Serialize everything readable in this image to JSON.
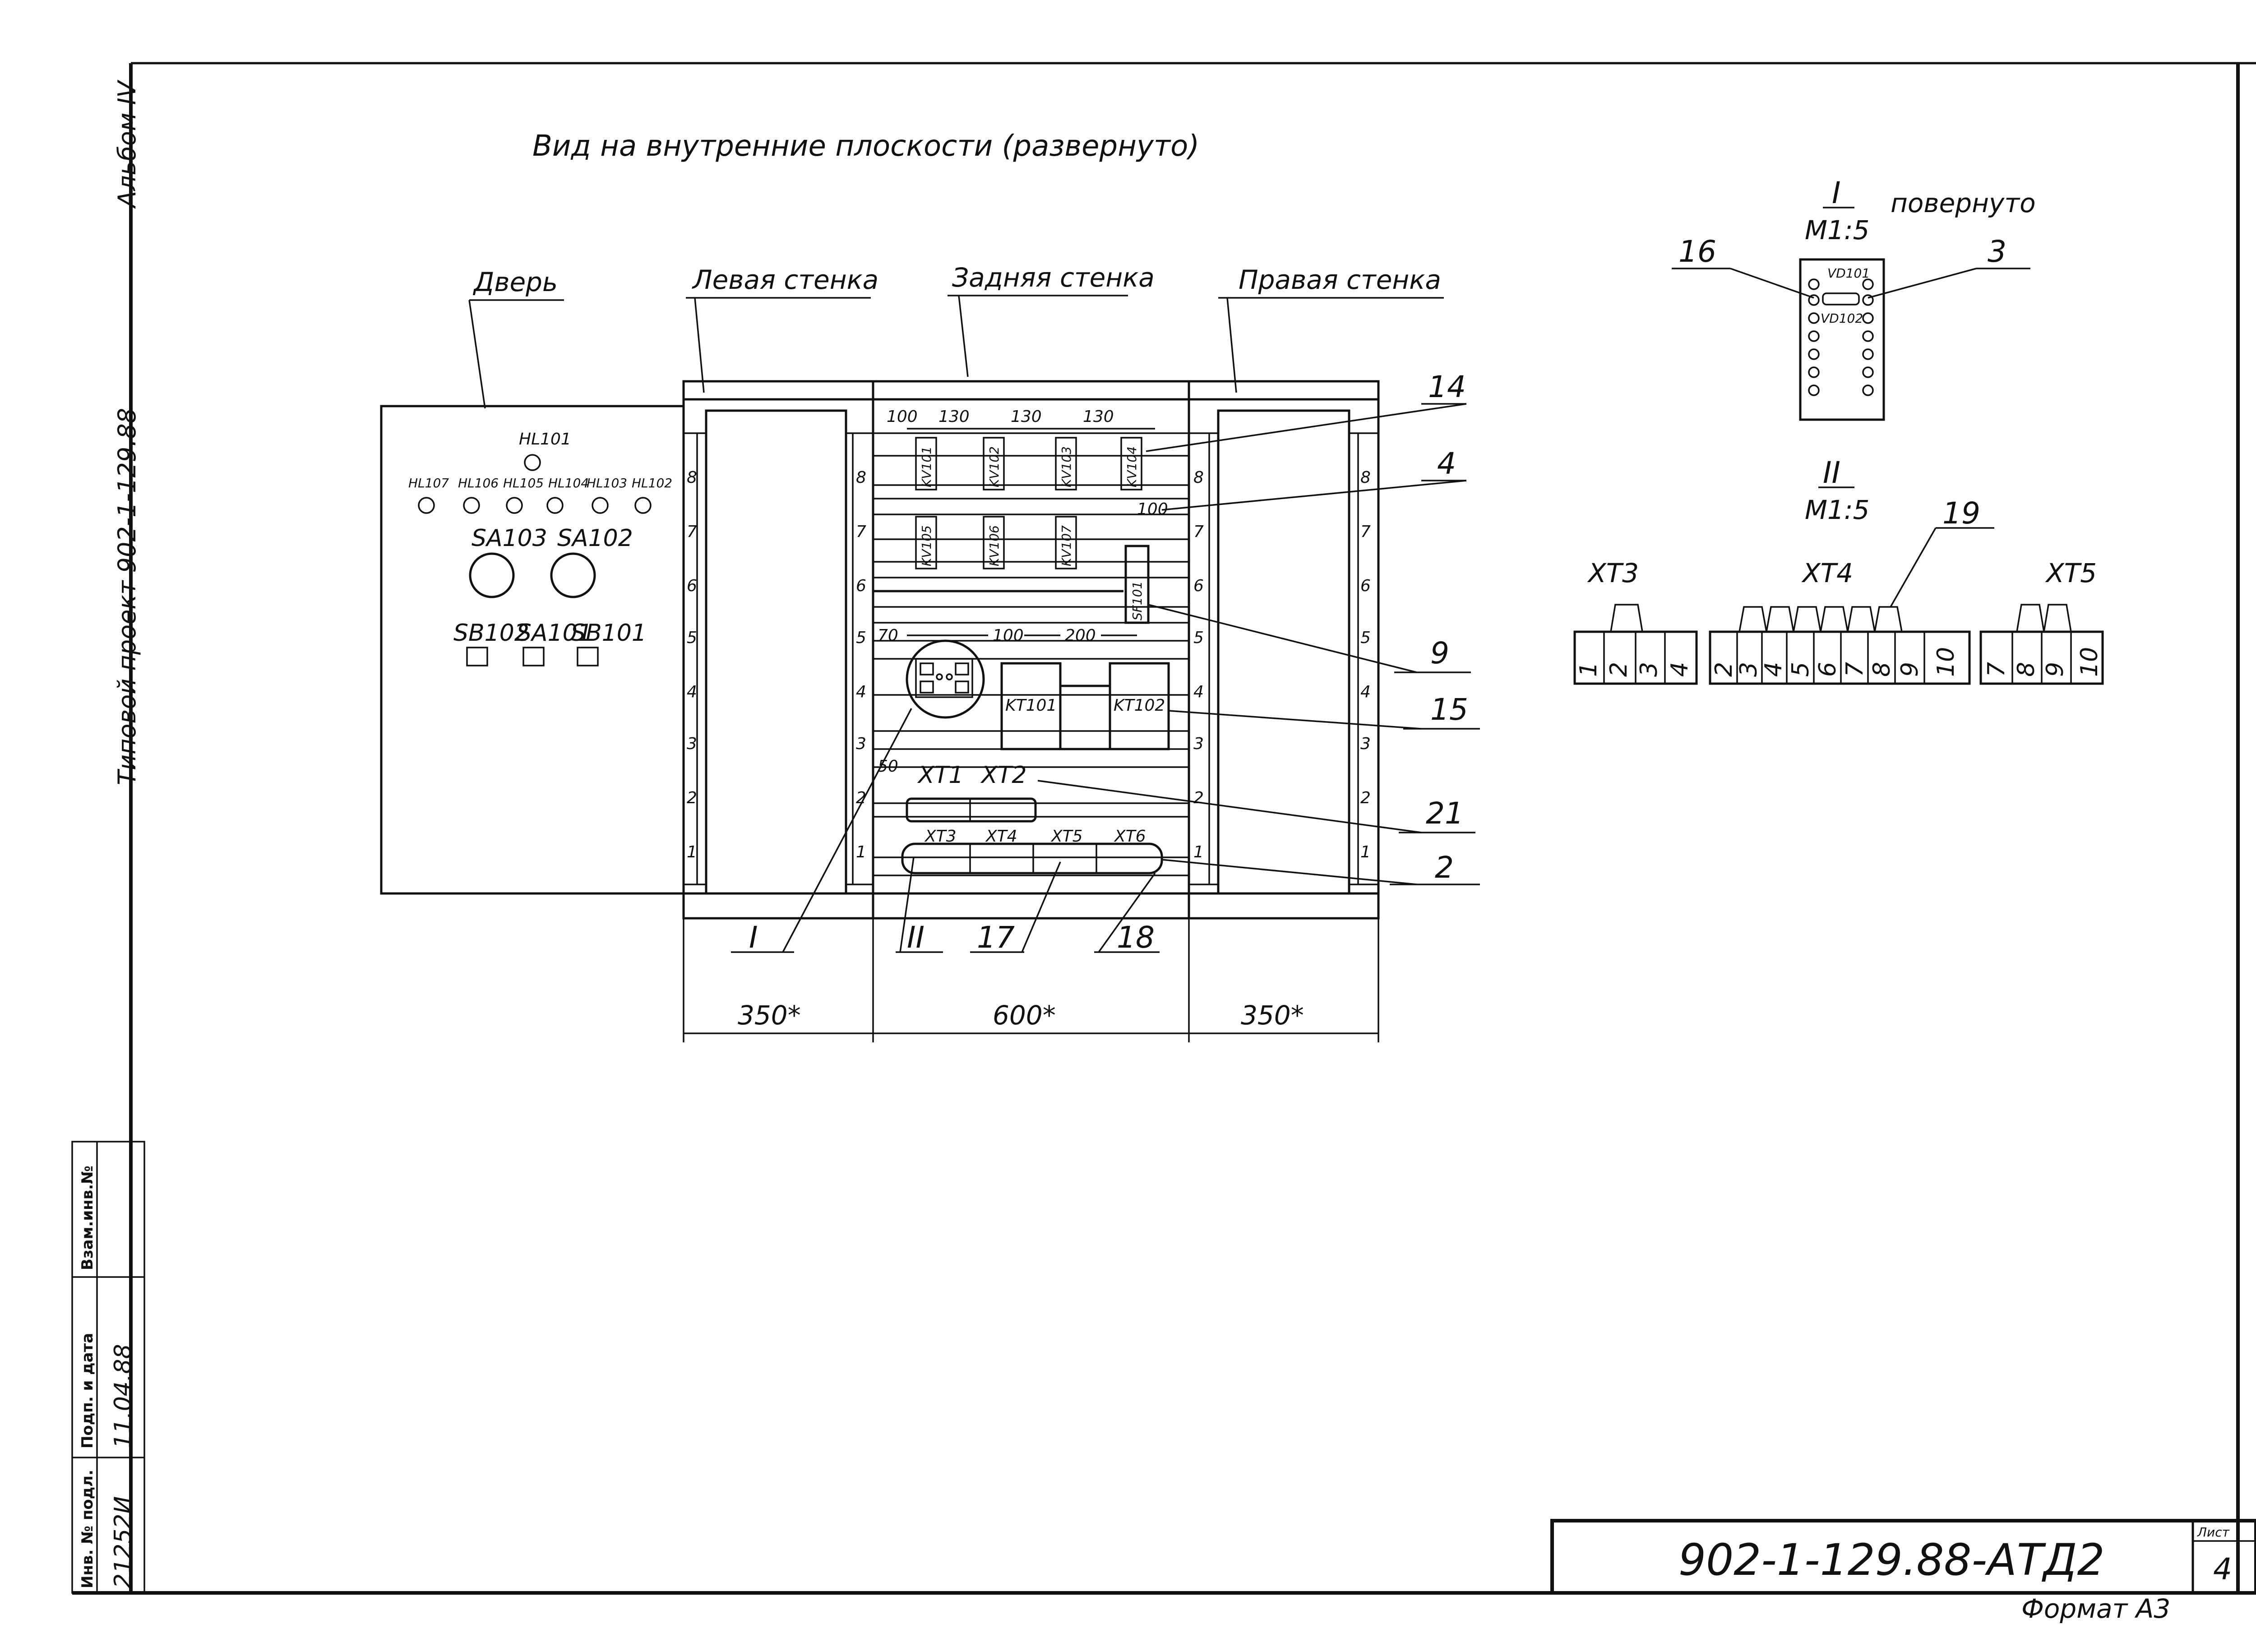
{
  "sheet": {
    "title": "Вид на внутренние плоскости (развернуто)",
    "side_album": "Альбом IV",
    "side_project": "Типовой проект 902-1-129.88",
    "document_code": "902-1-129.88-АТД2",
    "sheet_label": "Лист",
    "sheet_number": "4",
    "format": "Формат А3"
  },
  "stamp": {
    "cols": [
      "Инв. № подл.",
      "Подп. и дата",
      "Взам.инв.№"
    ],
    "values": [
      "21252И",
      "11.04.88",
      ""
    ]
  },
  "views": {
    "door": "Дверь",
    "left_wall": "Левая стенка",
    "back_wall": "Задняя стенка",
    "right_wall": "Правая стенка"
  },
  "door": {
    "lamp_top": "HL101",
    "lamps": [
      "HL107",
      "HL106",
      "HL105",
      "HL104",
      "HL103",
      "HL102"
    ],
    "switches": [
      "SA103",
      "SA102"
    ],
    "buttons": [
      "SB102",
      "SA101",
      "SB101"
    ]
  },
  "rail_numbers": [
    "1",
    "2",
    "3",
    "4",
    "5",
    "6",
    "7",
    "8"
  ],
  "back": {
    "relays_row1": [
      "KV101",
      "KV102",
      "KV103",
      "KV104"
    ],
    "relays_row2": [
      "KV105",
      "KV106",
      "KV107"
    ],
    "breaker": "SF101",
    "timers": [
      "KT101",
      "KT102"
    ],
    "blocks": [
      "XT1",
      "XT2"
    ],
    "blocks_low": [
      "XT3",
      "XT4",
      "XT5",
      "XT6"
    ],
    "dims_top": [
      "100",
      "130",
      "130",
      "130"
    ],
    "dim_100": "100",
    "dim_70": "70",
    "dim_100b": "100",
    "dim_200": "200",
    "dim_50": "50"
  },
  "callouts": {
    "c14": "14",
    "c4": "4",
    "c9": "9",
    "c15": "15",
    "c21": "21",
    "c2": "2",
    "cI": "I",
    "cII": "II",
    "c17": "17",
    "c18": "18",
    "c16": "16",
    "c3": "3",
    "c19": "19"
  },
  "dims_bottom": [
    "350*",
    "600*",
    "350*"
  ],
  "detail_I": {
    "id": "I",
    "scale": "М1:5",
    "note": "повернуто",
    "labels": [
      "VD101",
      "VD102"
    ]
  },
  "detail_II": {
    "id": "II",
    "scale": "М1:5",
    "groups": [
      {
        "name": "XT3",
        "cells": [
          "1",
          "2",
          "3",
          "4"
        ]
      },
      {
        "name": "XT4",
        "cells": [
          "2",
          "3",
          "4",
          "5",
          "6",
          "7",
          "8",
          "9",
          "10"
        ]
      },
      {
        "name": "XT5",
        "cells": [
          "7",
          "8",
          "9",
          "10"
        ]
      }
    ]
  }
}
